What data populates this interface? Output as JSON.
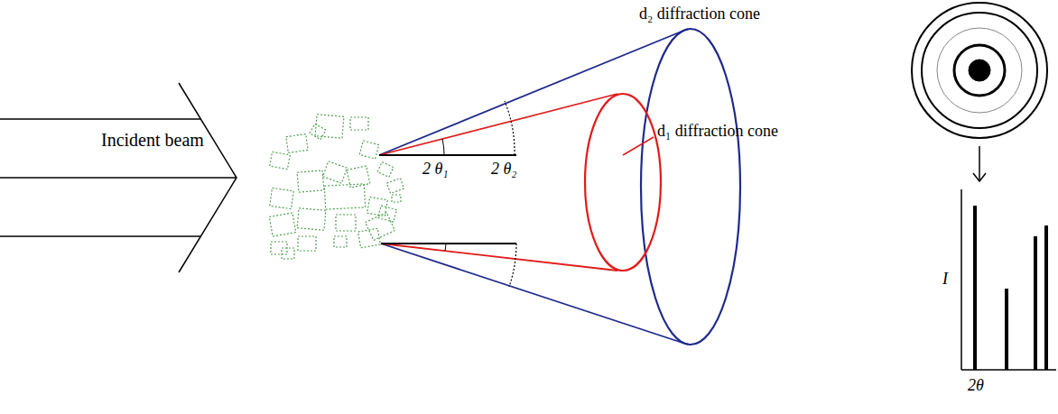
{
  "diagram": {
    "labels": [
      "Incident beam",
      "2 θ₁",
      "2 θ₂",
      "d₂ diffraction cone",
      "d₁ diffraction cone",
      "I",
      "2θ"
    ]
  }
}
